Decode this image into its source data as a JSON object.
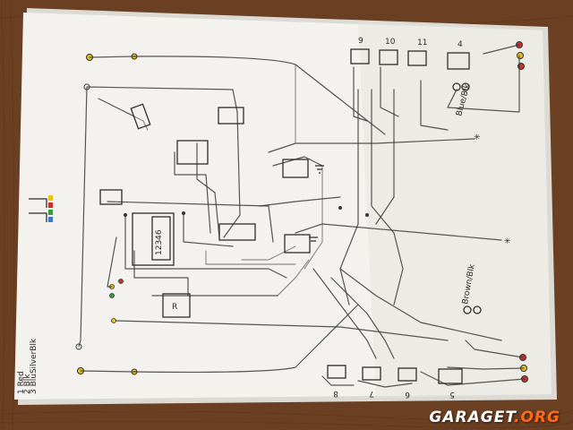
{
  "watermark": {
    "brand": "GARAGET",
    "tld": ".ORG"
  },
  "drawing": {
    "relay_top_numbers": [
      "9",
      "10",
      "11",
      "4"
    ],
    "relay_bottom_numbers": [
      "8",
      "7",
      "6",
      "5"
    ],
    "diode_label_top": "Blue/Blk",
    "diode_label_bottom": "Brown/Blk",
    "center_block_label": "12346",
    "box_label": "R",
    "legend_lines": [
      "1 Red",
      "2 Blk",
      "3 BluSilverBlk"
    ]
  },
  "colors": {
    "table": "#6b3f22",
    "paper": "#f3f2ee",
    "ink": "#2e2e2e",
    "wire_yellow": "#e8c21a",
    "wire_red": "#c8302a",
    "wire_green": "#3a9a3a",
    "watermark_accent": "#ff6a1a"
  }
}
